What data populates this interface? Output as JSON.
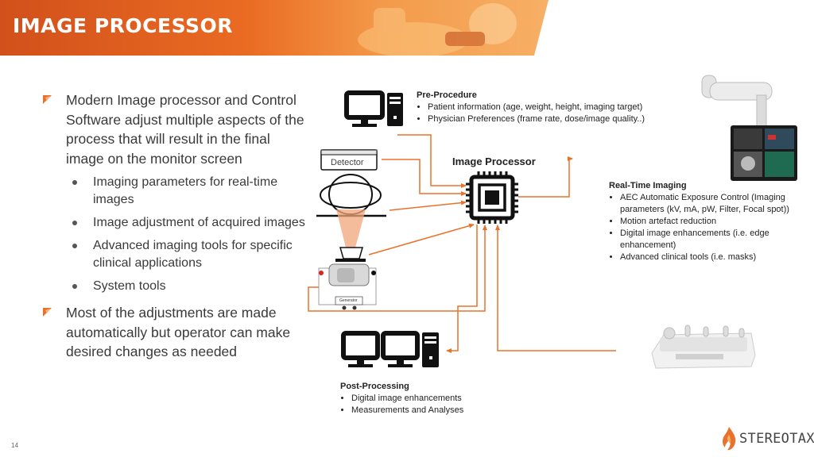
{
  "header": {
    "title": "IMAGE PROCESSOR"
  },
  "bullets": [
    {
      "text": "Modern Image processor and Control Software adjust multiple aspects of the process that will result in the final image on the monitor screen",
      "sub": [
        "Imaging parameters for real-time images",
        "Image adjustment of acquired images",
        "Advanced imaging tools for specific clinical applications",
        "System tools"
      ]
    },
    {
      "text": "Most of the adjustments are made automatically but operator can make desired changes as needed",
      "sub": []
    }
  ],
  "diagram": {
    "processor_title": "Image Processor",
    "detector_label": "Detector",
    "generator_label": "Generator",
    "pre_procedure": {
      "heading": "Pre-Procedure",
      "items": [
        "Patient information (age, weight, height, imaging target)",
        "Physician Preferences (frame rate, dose/image quality..)"
      ]
    },
    "real_time": {
      "heading": "Real-Time Imaging",
      "items": [
        "AEC Automatic Exposure Control (Imaging",
        "parameters (kV, mA, pW, Filter, Focal spot))",
        "Motion artefact reduction",
        "Digital image enhancements (i.e. edge",
        "enhancement)",
        "Advanced clinical tools (i.e. masks)"
      ]
    },
    "post_processing": {
      "heading": "Post-Processing",
      "items": [
        "Digital image enhancements",
        "Measurements and Analyses"
      ]
    }
  },
  "footer": {
    "page": "14",
    "logo_text": "STEREOTAXIS"
  },
  "colors": {
    "accent": "#e8722c",
    "banner_dark": "#c94a16",
    "banner_light": "#f39a4a",
    "text": "#3a3a3a"
  }
}
